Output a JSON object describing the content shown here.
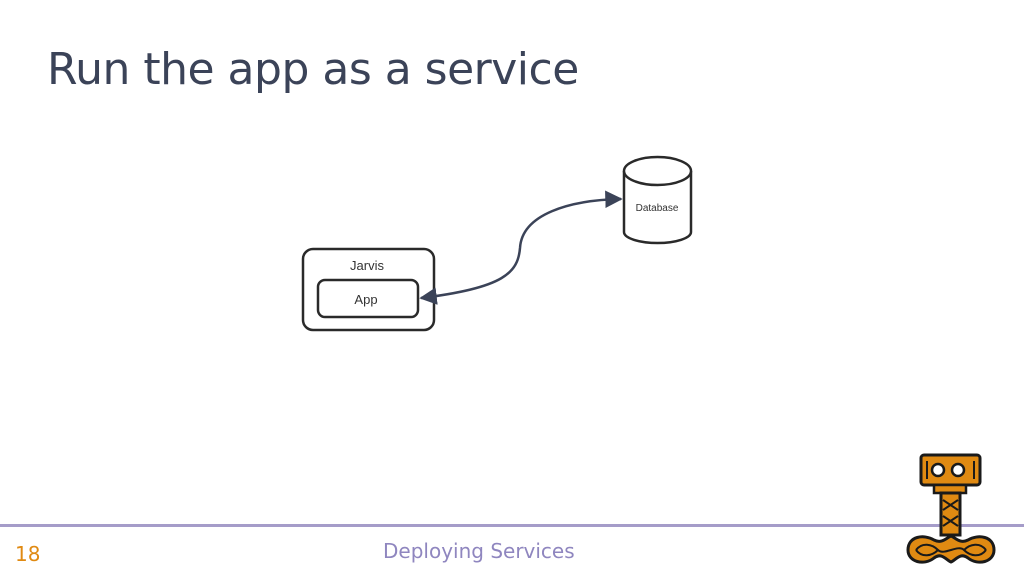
{
  "slide": {
    "title": "Run the app as a service",
    "page_number": "18",
    "footer_title": "Deploying Services"
  },
  "diagram": {
    "host_label": "Jarvis",
    "app_label": "App",
    "database_label": "Database"
  },
  "colors": {
    "title": "#3b4358",
    "stroke": "#2a2a2a",
    "arrow": "#3b4358",
    "accent_orange": "#e08a12",
    "footer_purple": "#8f86bf",
    "footer_rule": "#a59cc9"
  },
  "icons": {
    "logo": "thor-hammer-logo"
  }
}
